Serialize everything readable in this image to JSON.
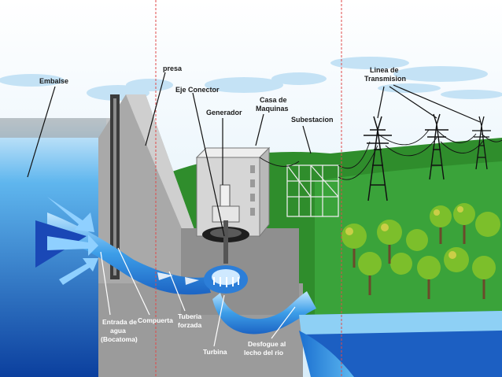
{
  "labels": {
    "embalse": "Embalse",
    "presa": "presa",
    "eje_conector": "Eje Conector",
    "generador": "Generador",
    "casa_de_maquinas_1": "Casa de",
    "casa_de_maquinas_2": "Maquinas",
    "subestacion": "Subestacion",
    "linea_1": "Linea de",
    "linea_2": "Transmision",
    "entrada_1": "Entrada de",
    "entrada_2": "agua",
    "entrada_3": "(Bocatoma)",
    "compuerta": "Compuerta",
    "tuberia_1": "Tuberia",
    "tuberia_2": "forzada",
    "turbina": "Turbina",
    "desfogue_1": "Desfogue al",
    "desfogue_2": "lecho del rio"
  },
  "colors": {
    "sky": "#d6ecf8",
    "water": "#1f7fd6",
    "water_light": "#6ec3f2",
    "dam": "#a8a8a8",
    "dam_dark": "#7d7d7d",
    "grass": "#2e8b2e",
    "tree": "#7fbf2a",
    "divider": "#e04a4a"
  }
}
